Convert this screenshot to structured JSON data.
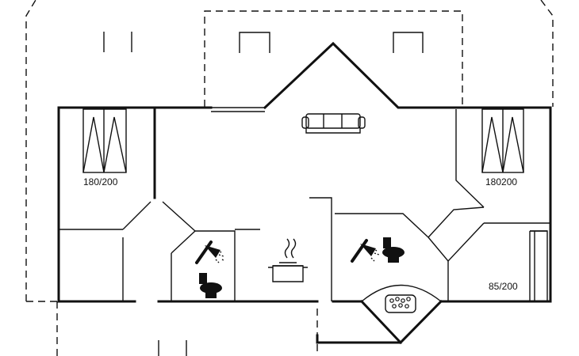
{
  "labels": {
    "bed_left": "180/200",
    "bed_right": "180200",
    "bed_small": "85/200"
  },
  "icons": {
    "sofa": "sofa-icon",
    "bed_left": "double-bed-icon",
    "bed_right": "double-bed-icon",
    "shower_left": "shower-icon",
    "shower_right": "shower-icon",
    "toilet_left": "toilet-icon",
    "toilet_right": "toilet-icon",
    "kitchen": "cooking-pot-icon",
    "hot_tub": "hot-tub-icon",
    "single_bed": "single-bed-icon"
  }
}
